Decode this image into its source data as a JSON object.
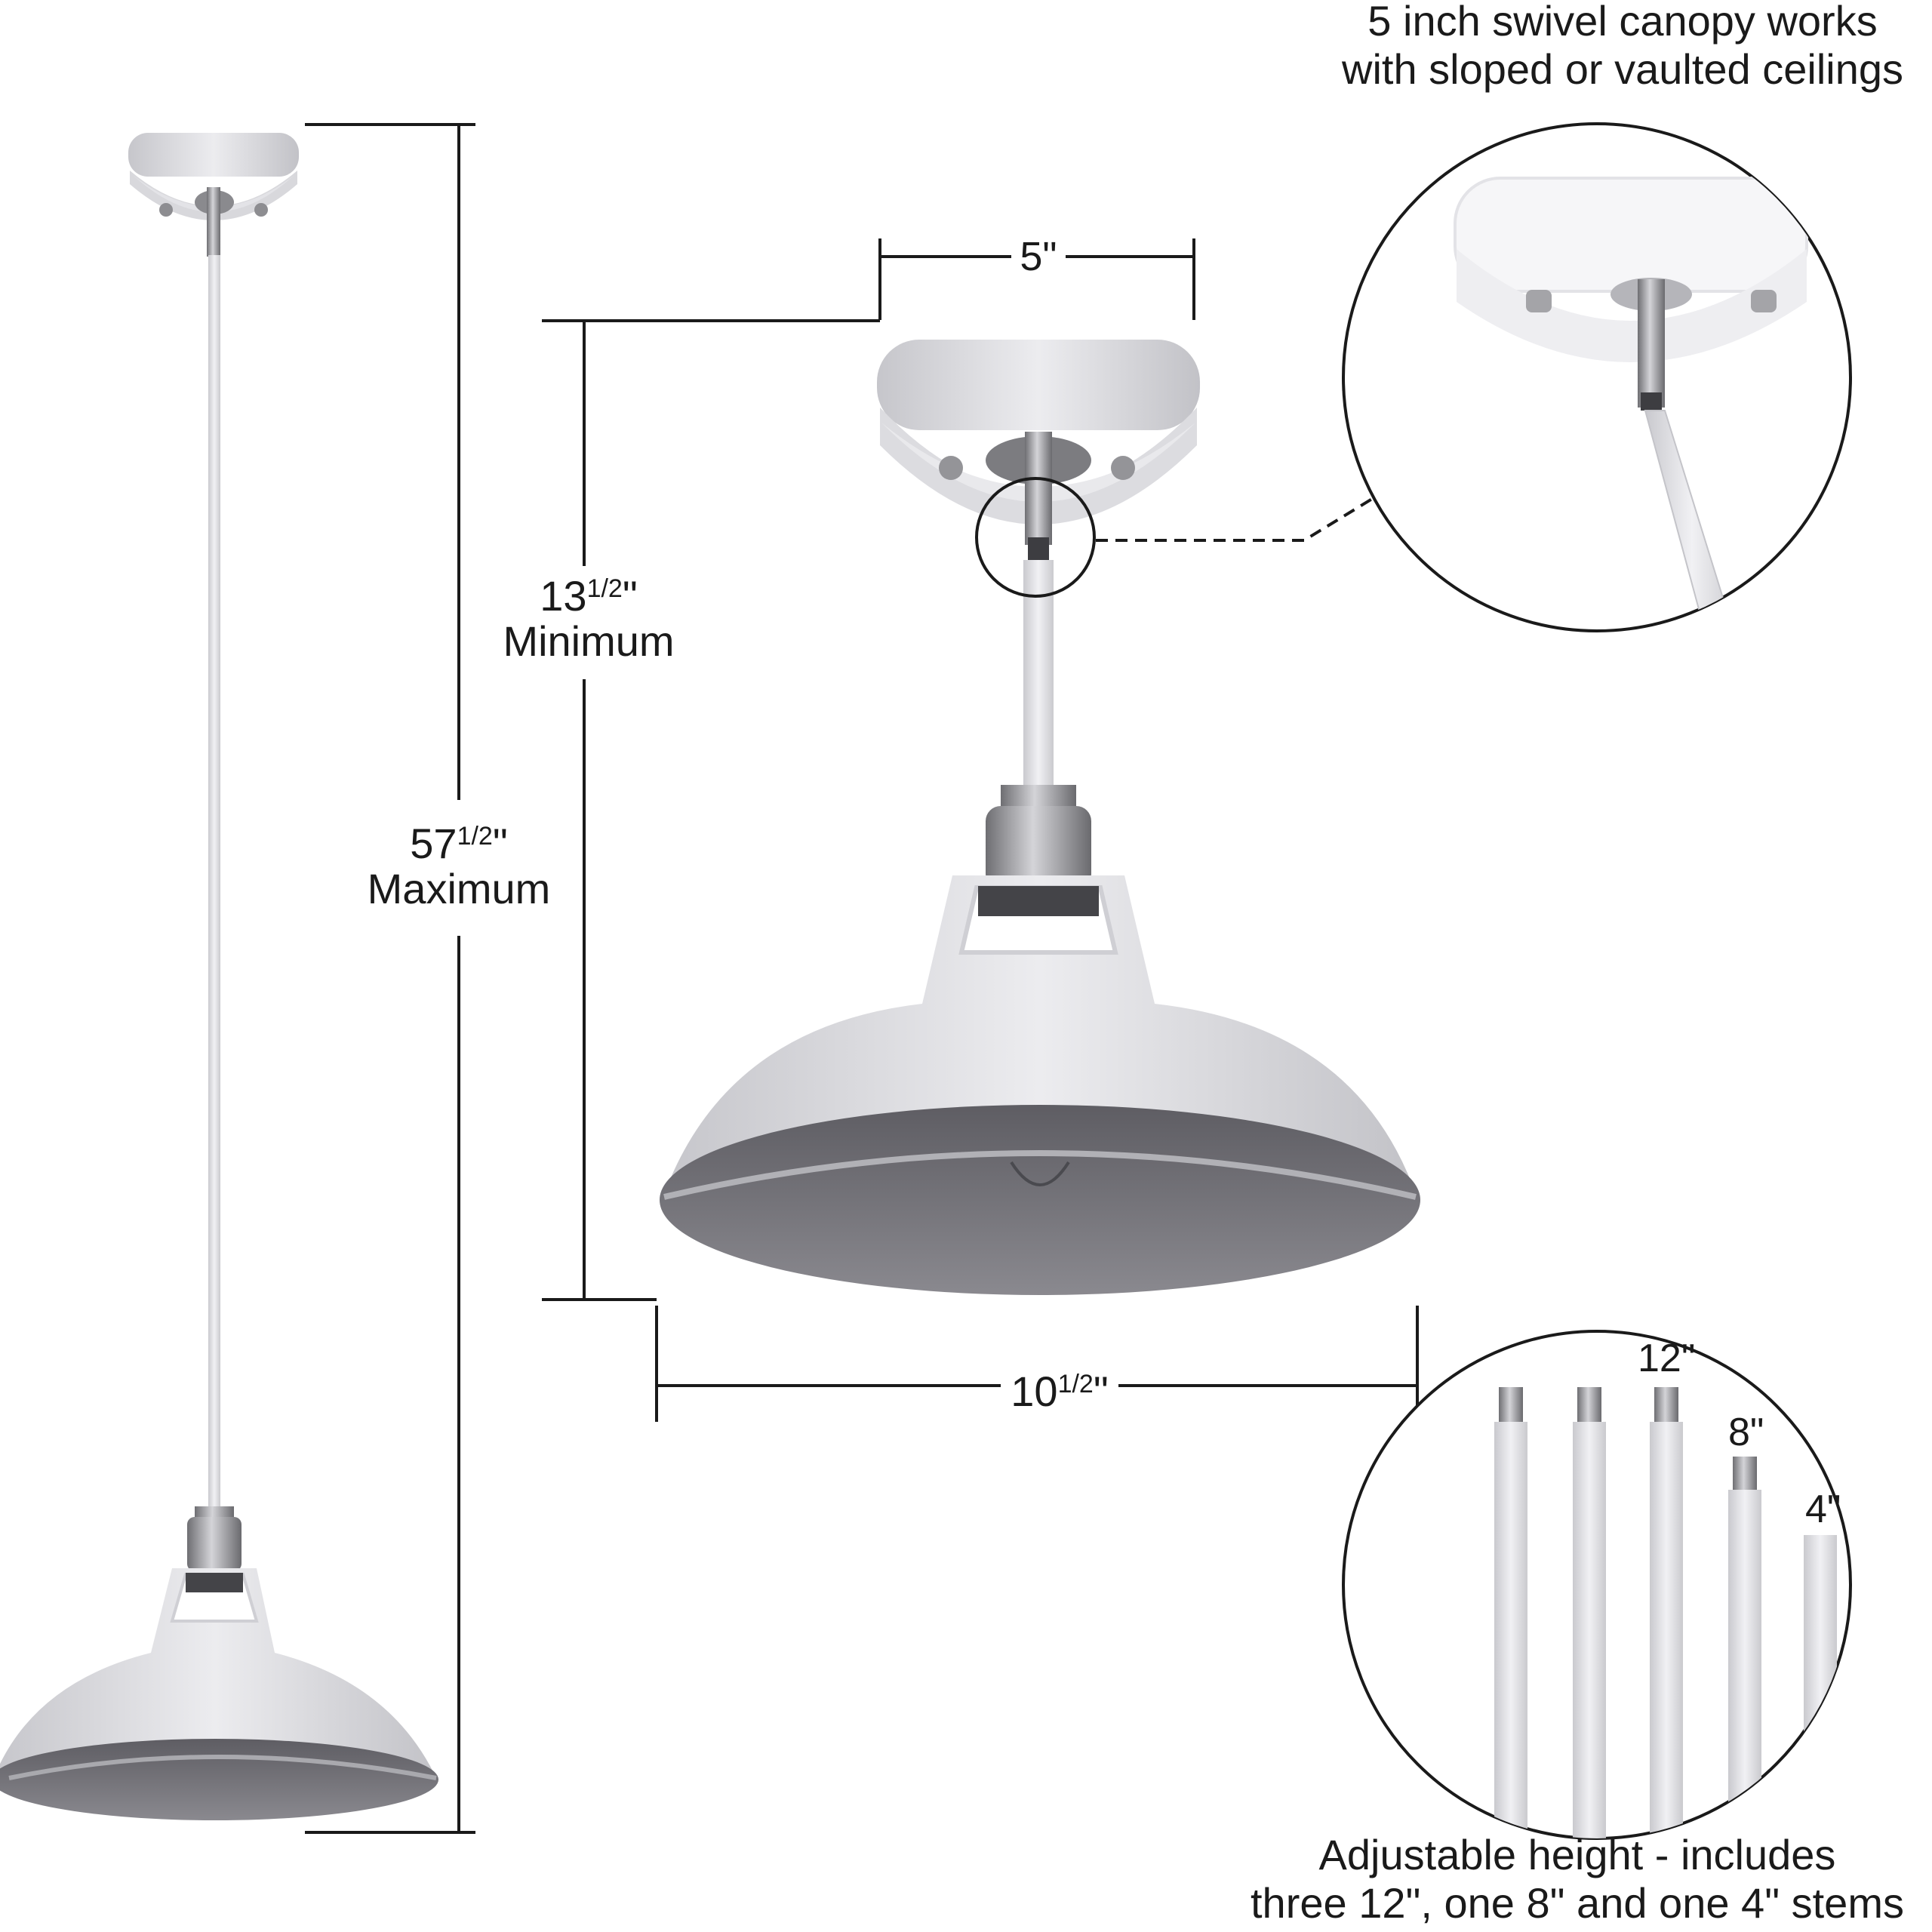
{
  "dimensions": {
    "canopy_width": "5\"",
    "min_height_whole": "13",
    "min_height_frac": "1/2",
    "min_height_unit": "\"",
    "min_height_label": "Minimum",
    "max_height_whole": "57",
    "max_height_frac": "1/2",
    "max_height_unit": "\"",
    "max_height_label": "Maximum",
    "shade_width_whole": "10",
    "shade_width_frac": "1/2",
    "shade_width_unit": "\""
  },
  "callouts": {
    "canopy_line1": "5 inch swivel canopy works",
    "canopy_line2": "with sloped or vaulted ceilings",
    "stems_line1": "Adjustable height - includes",
    "stems_line2": "three 12\", one 8\" and one 4\" stems"
  },
  "stems": {
    "label_12": "12\"",
    "label_8": "8\"",
    "label_4": "4\""
  },
  "colors": {
    "fixture_white": "#e6e6ea",
    "shade_inner": "#7b7a80",
    "nickel": "#9c9ca0"
  }
}
